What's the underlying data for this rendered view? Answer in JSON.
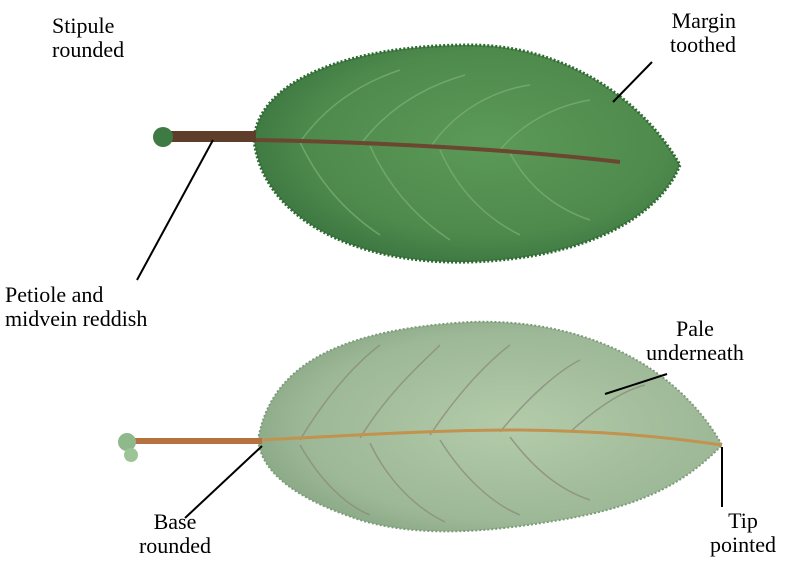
{
  "labels": {
    "stipule": [
      "Stipule",
      "rounded"
    ],
    "margin": [
      "Margin",
      "toothed"
    ],
    "petiole": [
      "Petiole and",
      "midvein reddish"
    ],
    "pale": [
      "Pale",
      "underneath"
    ],
    "base": [
      "Base",
      "rounded"
    ],
    "tip": [
      "Tip",
      "pointed"
    ]
  },
  "colors": {
    "upper_leaf": "#4e8a4c",
    "upper_leaf_edge": "#2f6a33",
    "lower_leaf": "#9cb996",
    "lower_leaf_edge": "#7d9c7a",
    "petiole_upper": "#6b4630",
    "petiole_lower": "#b5713e",
    "stipule": "#3e7a44",
    "stipule_lower": "#8fb98a",
    "leader_line": "#000000"
  }
}
